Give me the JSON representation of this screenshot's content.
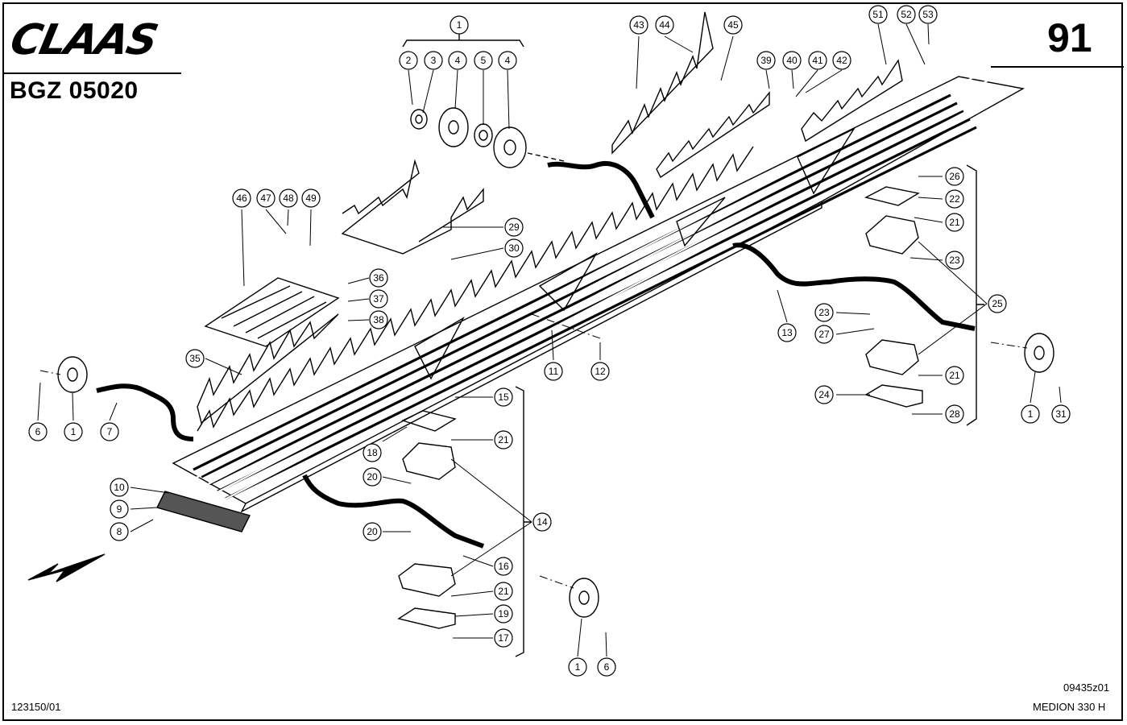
{
  "header": {
    "brand": "CLAAS",
    "doc_code": "BGZ 05020",
    "page_number": "91"
  },
  "footer": {
    "left_code": "123150/01",
    "right_code": "09435z01",
    "model": "MEDION 330 H"
  },
  "callouts": [
    {
      "label": "1"
    },
    {
      "label": "2"
    },
    {
      "label": "3"
    },
    {
      "label": "4"
    },
    {
      "label": "5"
    },
    {
      "label": "4"
    },
    {
      "label": "43"
    },
    {
      "label": "44"
    },
    {
      "label": "45"
    },
    {
      "label": "39"
    },
    {
      "label": "40"
    },
    {
      "label": "41"
    },
    {
      "label": "42"
    },
    {
      "label": "51"
    },
    {
      "label": "52"
    },
    {
      "label": "53"
    },
    {
      "label": "46"
    },
    {
      "label": "47"
    },
    {
      "label": "48"
    },
    {
      "label": "49"
    },
    {
      "label": "29"
    },
    {
      "label": "30"
    },
    {
      "label": "36"
    },
    {
      "label": "37"
    },
    {
      "label": "38"
    },
    {
      "label": "35"
    },
    {
      "label": "26"
    },
    {
      "label": "22"
    },
    {
      "label": "21"
    },
    {
      "label": "23"
    },
    {
      "label": "25"
    },
    {
      "label": "23"
    },
    {
      "label": "27"
    },
    {
      "label": "21"
    },
    {
      "label": "24"
    },
    {
      "label": "28"
    },
    {
      "label": "13"
    },
    {
      "label": "1"
    },
    {
      "label": "31"
    },
    {
      "label": "11"
    },
    {
      "label": "12"
    },
    {
      "label": "6"
    },
    {
      "label": "1"
    },
    {
      "label": "7"
    },
    {
      "label": "10"
    },
    {
      "label": "9"
    },
    {
      "label": "8"
    },
    {
      "label": "15"
    },
    {
      "label": "18"
    },
    {
      "label": "21"
    },
    {
      "label": "20"
    },
    {
      "label": "14"
    },
    {
      "label": "20"
    },
    {
      "label": "16"
    },
    {
      "label": "21"
    },
    {
      "label": "19"
    },
    {
      "label": "17"
    },
    {
      "label": "1"
    },
    {
      "label": "6"
    }
  ]
}
